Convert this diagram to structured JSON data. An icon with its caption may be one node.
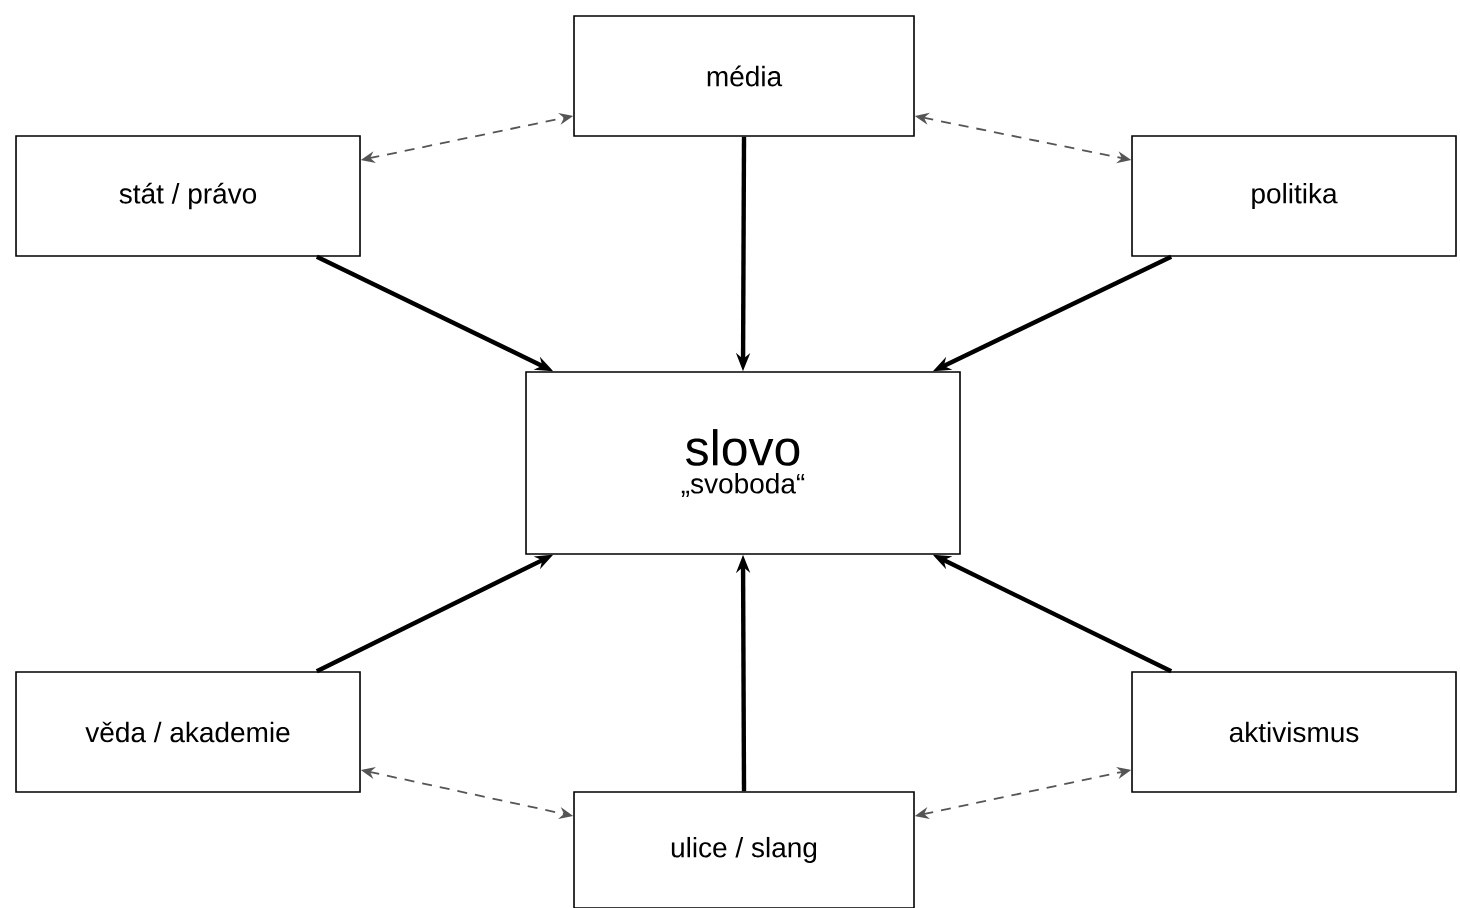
{
  "diagram": {
    "nodes": [
      {
        "text": [
          "slovo",
          "„svoboda“"
        ]
      },
      {
        "text": [
          "média"
        ]
      },
      {
        "text": [
          "stát / právo"
        ]
      },
      {
        "text": [
          "politika"
        ]
      },
      {
        "text": [
          "věda / akademie"
        ]
      },
      {
        "text": [
          "ulice / slang"
        ]
      },
      {
        "text": [
          "aktivismus"
        ]
      }
    ],
    "edges": [
      {
        "from": 1,
        "to": 0,
        "arrow": "to"
      },
      {
        "from": 2,
        "to": 0,
        "arrow": "to"
      },
      {
        "from": 3,
        "to": 0,
        "arrow": "to"
      },
      {
        "from": 4,
        "to": 0,
        "arrow": "to"
      },
      {
        "from": 5,
        "to": 0,
        "arrow": "to"
      },
      {
        "from": 6,
        "to": 0,
        "arrow": "to"
      },
      {
        "from": 2,
        "to": 1,
        "arrow": "both",
        "style": "dashed",
        "color": "#555555"
      },
      {
        "from": 1,
        "to": 3,
        "arrow": "both",
        "style": "dashed",
        "color": "#555555"
      },
      {
        "from": 4,
        "to": 5,
        "arrow": "both",
        "style": "dashed",
        "color": "#555555"
      },
      {
        "from": 5,
        "to": 6,
        "arrow": "both",
        "style": "dashed",
        "color": "#555555"
      }
    ]
  }
}
